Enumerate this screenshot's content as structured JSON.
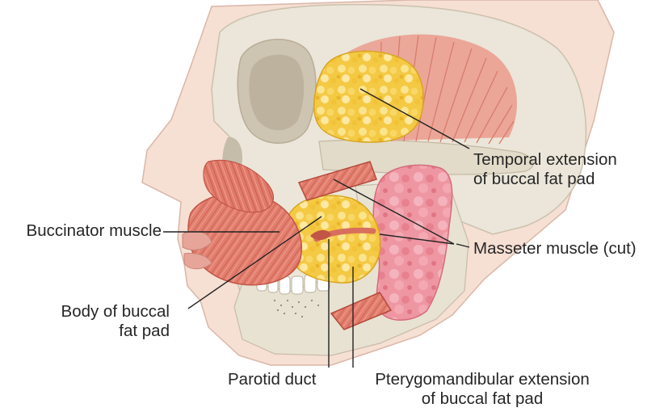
{
  "colors": {
    "skull": "#ebe6d9",
    "skull_shadow": "#cfc7b6",
    "skin": "#f4d9cc",
    "muscle": "#e27e6e",
    "fat": "#f4c943",
    "parotid": "#ee97a3",
    "leader_line": "#222222"
  },
  "labels": {
    "temporal_ext": [
      "Temporal extension",
      "of buccal fat pad"
    ],
    "buccinator": "Buccinator muscle",
    "masseter": "Masseter muscle (cut)",
    "body_fat_pad": [
      "Body of buccal",
      "fat pad"
    ],
    "parotid_duct": "Parotid duct",
    "pterygo_ext": [
      "Pterygomandibular extension",
      "of buccal fat pad"
    ]
  }
}
